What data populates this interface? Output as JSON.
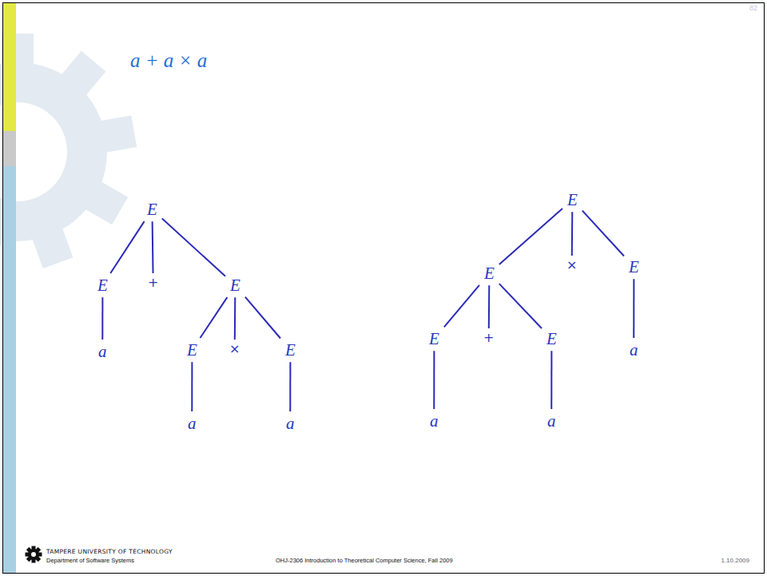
{
  "diagram": {
    "title": "a + a × a",
    "nodes": [
      {
        "text": [
          "E"
        ]
      },
      {
        "text": [
          "E"
        ]
      },
      {
        "text": [
          "+"
        ]
      },
      {
        "text": [
          "E"
        ]
      },
      {
        "text": [
          "a"
        ]
      },
      {
        "text": [
          "E"
        ]
      },
      {
        "text": [
          "×"
        ]
      },
      {
        "text": [
          "E"
        ]
      },
      {
        "text": [
          "a"
        ]
      },
      {
        "text": [
          "a"
        ]
      },
      {
        "text": [
          "E"
        ]
      },
      {
        "text": [
          "E"
        ]
      },
      {
        "text": [
          "×"
        ]
      },
      {
        "text": [
          "E"
        ]
      },
      {
        "text": [
          "E"
        ]
      },
      {
        "text": [
          "+"
        ]
      },
      {
        "text": [
          "E"
        ]
      },
      {
        "text": [
          "a"
        ]
      },
      {
        "text": [
          "a"
        ]
      },
      {
        "text": [
          "a"
        ]
      }
    ],
    "edges": [
      {
        "from": 0,
        "to": 1,
        "arrow": "none"
      },
      {
        "from": 0,
        "to": 2,
        "arrow": "none"
      },
      {
        "from": 0,
        "to": 3,
        "arrow": "none"
      },
      {
        "from": 1,
        "to": 4,
        "arrow": "none"
      },
      {
        "from": 3,
        "to": 5,
        "arrow": "none"
      },
      {
        "from": 3,
        "to": 6,
        "arrow": "none"
      },
      {
        "from": 3,
        "to": 7,
        "arrow": "none"
      },
      {
        "from": 5,
        "to": 8,
        "arrow": "none"
      },
      {
        "from": 7,
        "to": 9,
        "arrow": "none"
      },
      {
        "from": 10,
        "to": 11,
        "arrow": "none"
      },
      {
        "from": 10,
        "to": 12,
        "arrow": "none"
      },
      {
        "from": 10,
        "to": 13,
        "arrow": "none"
      },
      {
        "from": 11,
        "to": 14,
        "arrow": "none"
      },
      {
        "from": 11,
        "to": 15,
        "arrow": "none"
      },
      {
        "from": 11,
        "to": 16,
        "arrow": "none"
      },
      {
        "from": 13,
        "to": 17,
        "arrow": "none"
      },
      {
        "from": 14,
        "to": 18,
        "arrow": "none"
      },
      {
        "from": 16,
        "to": 19,
        "arrow": "none"
      }
    ],
    "labels": [
      "82",
      "TAMPERE UNIVERSITY OF TECHNOLOGY",
      "Department of Software Systems",
      "OHJ-2306 Introduction to Theoretical Computer Science, Fall 2009",
      "1.10.2009"
    ]
  }
}
